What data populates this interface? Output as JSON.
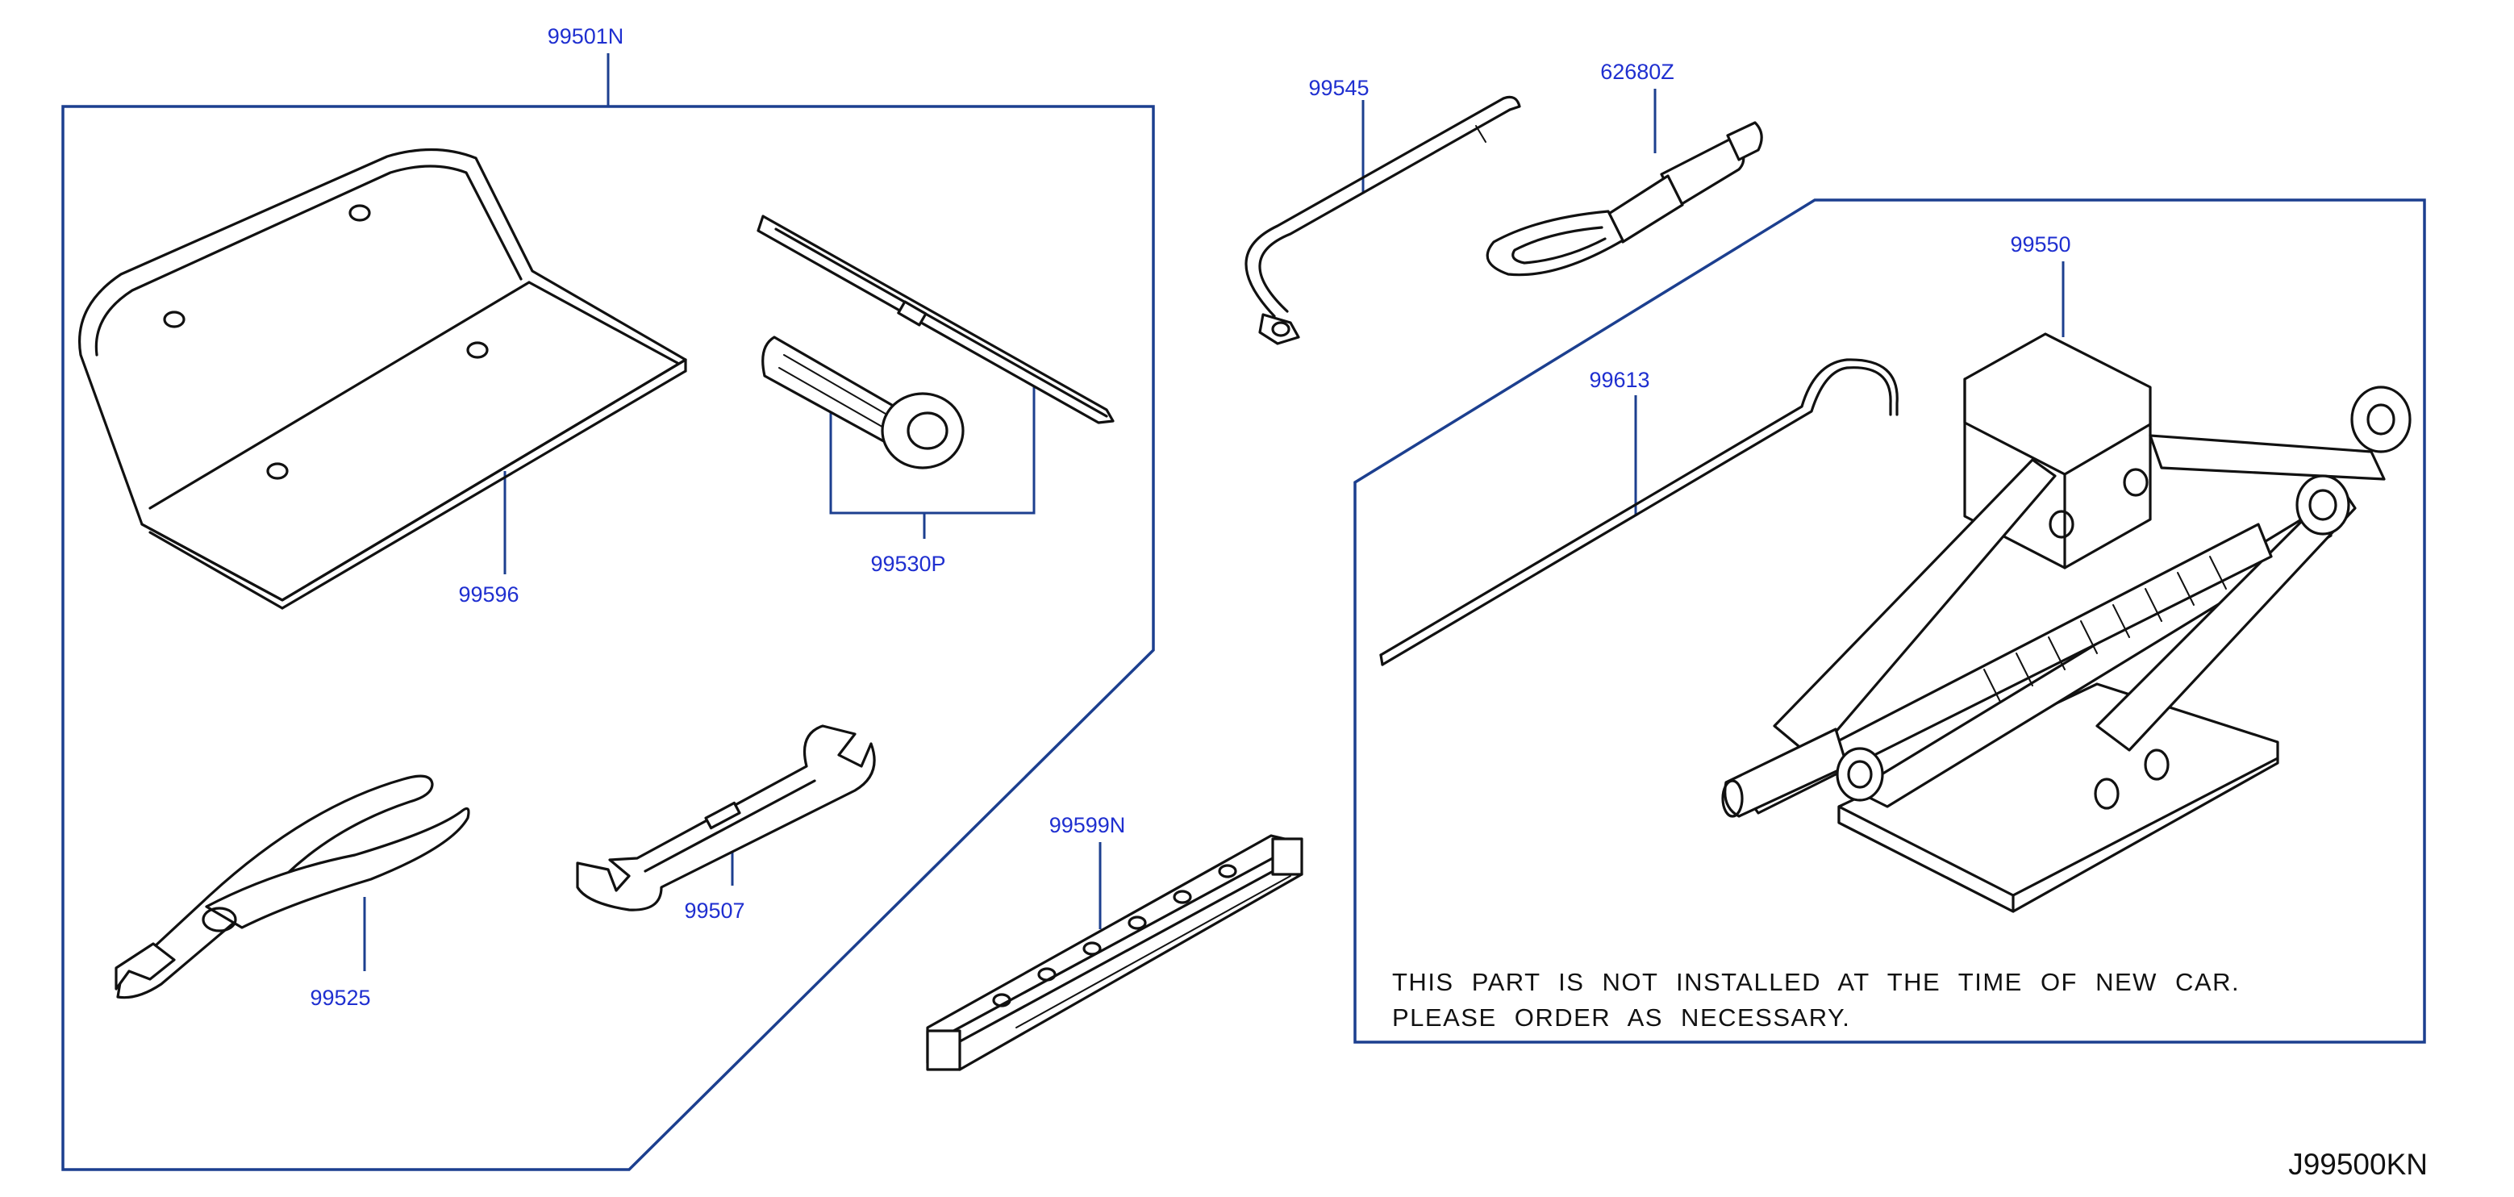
{
  "labels": {
    "kit_bag": "99501N",
    "tool_tray": "99596",
    "screwdriver_set": "99530P",
    "pliers": "99525",
    "wrench": "99507",
    "wheel_wrench": "99545",
    "tow_hook": "62680Z",
    "jack_handle": "99613",
    "jack": "99550",
    "warning_triangle": "99599N"
  },
  "note": {
    "line1": "THIS PART IS NOT INSTALLED AT THE TIME OF NEW CAR.",
    "line2": "PLEASE ORDER AS NECESSARY."
  },
  "figure_code": "J99500KN",
  "colors": {
    "label": "#1f2fd0",
    "frame": "#1c3f8f",
    "line_art": "#111111"
  }
}
